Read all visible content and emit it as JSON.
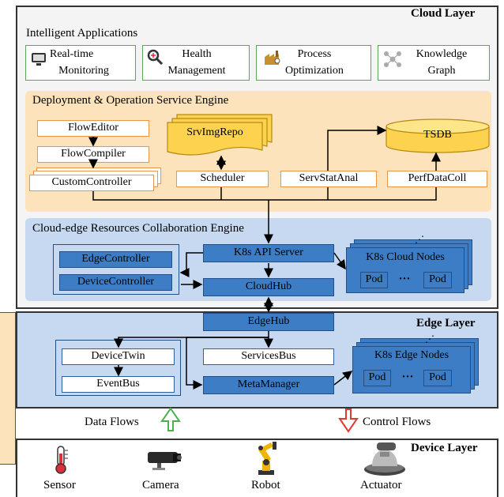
{
  "cloud_layer": {
    "title": "Cloud Layer",
    "intelligent_apps": {
      "title": "Intelligent Applications",
      "apps": [
        {
          "line1": "Real-time",
          "line2": "Monitoring",
          "icon": "monitor-icon"
        },
        {
          "line1": "Health",
          "line2": "Management",
          "icon": "magnifier-icon"
        },
        {
          "line1": "Process",
          "line2": "Optimization",
          "icon": "factory-icon"
        },
        {
          "line1": "Knowledge",
          "line2": "Graph",
          "icon": "graph-icon"
        }
      ]
    },
    "deployment_engine": {
      "title": "Deployment & Operation Service Engine",
      "flow_editor": "FlowEditor",
      "flow_compiler": "FlowCompiler",
      "custom_controller": "CustomController",
      "srv_img_repo": "SrvImgRepo",
      "scheduler": "Scheduler",
      "serv_stat_anal": "ServStatAnal",
      "perf_data_coll": "PerfDataColl",
      "tsdb": "TSDB"
    },
    "collab_engine": {
      "title": "Cloud-edge Resources Collaboration Engine",
      "edge_controller": "EdgeController",
      "device_controller": "DeviceController",
      "k8s_api_server": "K8s API Server",
      "cloudhub": "CloudHub",
      "k8s_cloud_nodes": "K8s Cloud Nodes",
      "pod": "Pod",
      "ellipsis": "···",
      "dots": "⋰"
    }
  },
  "edge_layer": {
    "title": "Edge Layer",
    "edgehub": "EdgeHub",
    "device_twin": "DeviceTwin",
    "event_bus": "EventBus",
    "services_bus": "ServicesBus",
    "meta_manager": "MetaManager",
    "k8s_edge_nodes": "K8s Edge Nodes",
    "pod": "Pod",
    "ellipsis": "···",
    "dots": "⋰"
  },
  "flows": {
    "data": "Data Flows",
    "control": "Control Flows"
  },
  "device_layer": {
    "title": "Device Layer",
    "devices": [
      {
        "label": "Sensor",
        "icon": "thermometer-icon"
      },
      {
        "label": "Camera",
        "icon": "camera-icon"
      },
      {
        "label": "Robot",
        "icon": "robot-arm-icon"
      },
      {
        "label": "Actuator",
        "icon": "sander-icon"
      }
    ]
  },
  "colors": {
    "cloud_bg": "#f4f4f4",
    "apps_border": "#5aa55a",
    "deploy_bg": "#fde3bb",
    "collab_bg": "#c6d9f0",
    "node_blue": "#3d7dc6",
    "tsdb_yellow": "#fcd24f",
    "data_arrow": "#4cb050",
    "control_arrow": "#e03b2e"
  }
}
